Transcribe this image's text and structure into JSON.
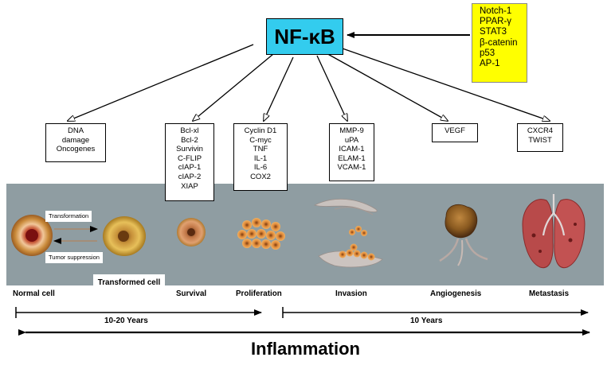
{
  "center": {
    "label": "NF-κB"
  },
  "regulators": [
    "Notch-1",
    "PPAR-γ",
    "STAT3",
    "β-catenin",
    "p53",
    "AP-1"
  ],
  "gene_groups": [
    {
      "items": [
        "DNA",
        "damage",
        "Oncogenes"
      ]
    },
    {
      "items": [
        "Bcl-xl",
        "Bcl-2",
        "Survivin",
        "C-FLIP",
        "cIAP-1",
        "cIAP-2",
        "XIAP"
      ]
    },
    {
      "items": [
        "Cyclin D1",
        "C-myc",
        "TNF",
        "IL-1",
        "IL-6",
        "COX2"
      ]
    },
    {
      "items": [
        "MMP-9",
        "uPA",
        "ICAM-1",
        "ELAM-1",
        "VCAM-1"
      ]
    },
    {
      "items": [
        "VEGF"
      ]
    },
    {
      "items": [
        "CXCR4",
        "TWIST"
      ]
    }
  ],
  "transitions": {
    "forward": "Transformation",
    "reverse": "Tumor suppression"
  },
  "stages": {
    "normal": "Normal cell",
    "transformed": "Transformed cell",
    "survival": "Survival",
    "proliferation": "Proliferation",
    "invasion": "Invasion",
    "angiogenesis": "Angiogenesis",
    "metastasis": "Metastasis"
  },
  "timeline": {
    "first": "10-20 Years",
    "second": "10 Years"
  },
  "footer": "Inflammation",
  "colors": {
    "center_box": "#33ccee",
    "regulator_box": "#ffff00",
    "band": "#8f9da2"
  }
}
